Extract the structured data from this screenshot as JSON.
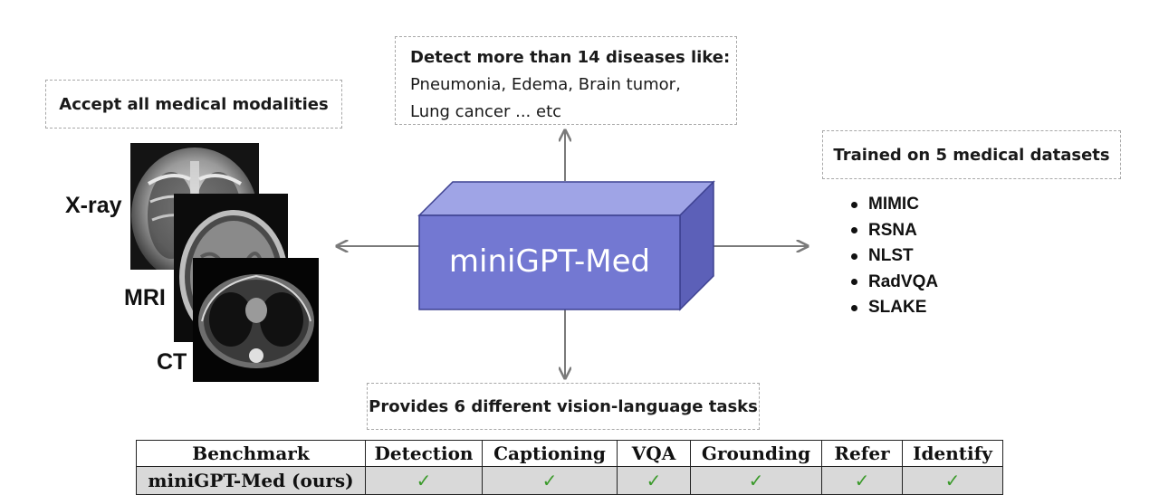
{
  "modalities": {
    "title": "Accept all medical modalities",
    "labels": [
      "X-ray",
      "MRI",
      "CT"
    ]
  },
  "diseases": {
    "title": "Detect more than 14 diseases like:",
    "line1": "Pneumonia, Edema, Brain tumor,",
    "line2": "Lung cancer ... etc"
  },
  "center": {
    "label": "miniGPT-Med"
  },
  "datasets": {
    "title": "Trained on 5 medical datasets",
    "items": [
      "MIMIC",
      "RSNA",
      "NLST",
      "RadVQA",
      "SLAKE"
    ]
  },
  "tasks": {
    "title": "Provides 6 different vision-language tasks"
  },
  "table": {
    "headers": [
      "Benchmark",
      "Detection",
      "Captioning",
      "VQA",
      "Grounding",
      "Refer",
      "Identify"
    ],
    "row": [
      "miniGPT-Med (ours)",
      "✓",
      "✓",
      "✓",
      "✓",
      "✓",
      "✓"
    ]
  },
  "colors": {
    "box_front": "#7378d2",
    "box_top": "#9fa4e6",
    "box_side": "#5c60b8",
    "arrow": "#7a7a7a",
    "check": "#3a9a2a",
    "row_bg": "#d9d9d9"
  }
}
